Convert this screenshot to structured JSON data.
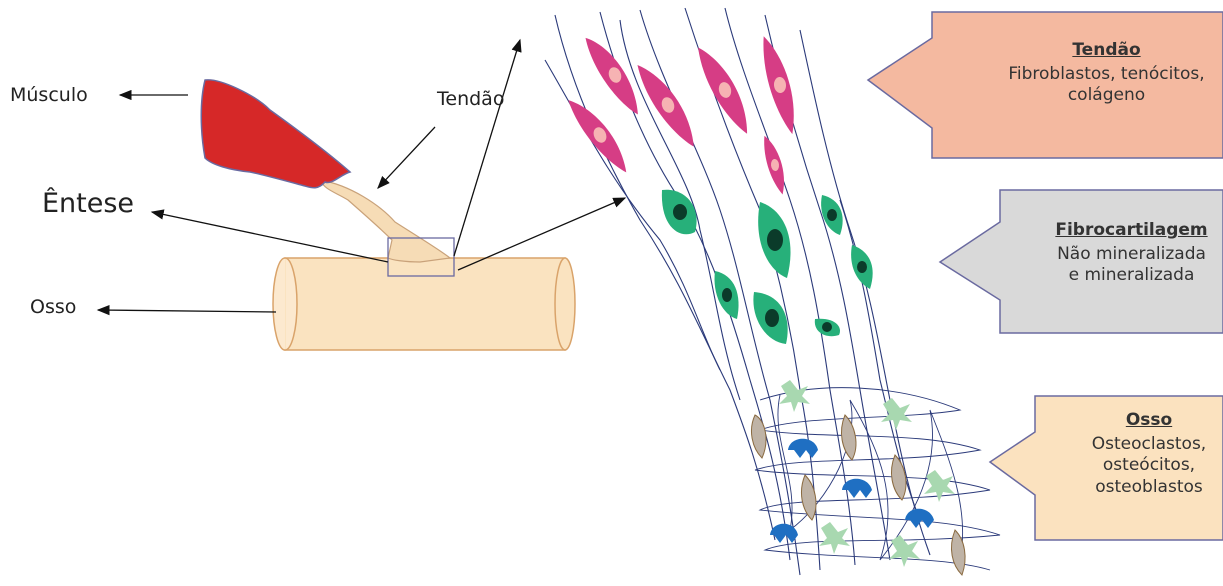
{
  "labels": {
    "musculo": "Músculo",
    "entese": "Êntese",
    "osso": "Osso",
    "tendao": "Tendão"
  },
  "callouts": {
    "tendao": {
      "title": "Tendão",
      "line1": "Fibroblastos, tenócitos,",
      "line2": "colágeno",
      "fill": "#f4b9a0"
    },
    "fibro": {
      "title": "Fibrocartilagem",
      "line1": "Não mineralizada",
      "line2": "e mineralizada",
      "fill": "#d9d9d9"
    },
    "osso": {
      "title": "Osso",
      "line1": "Osteoclastos,",
      "line2": "osteócitos,",
      "line3": "osteoblastos",
      "fill": "#fbe2bf"
    }
  },
  "colors": {
    "muscle": "#d62828",
    "tendon": "#f6dcb6",
    "bone": "#fae3c0",
    "tenocyte": "#d63d85",
    "chondrocyte": "#27b07a",
    "osteoclast": "#1f6fc2",
    "osteocyte": "#bfb3a6",
    "osteoblast": "#a8d8b0",
    "fiber": "#2b3a7a"
  }
}
